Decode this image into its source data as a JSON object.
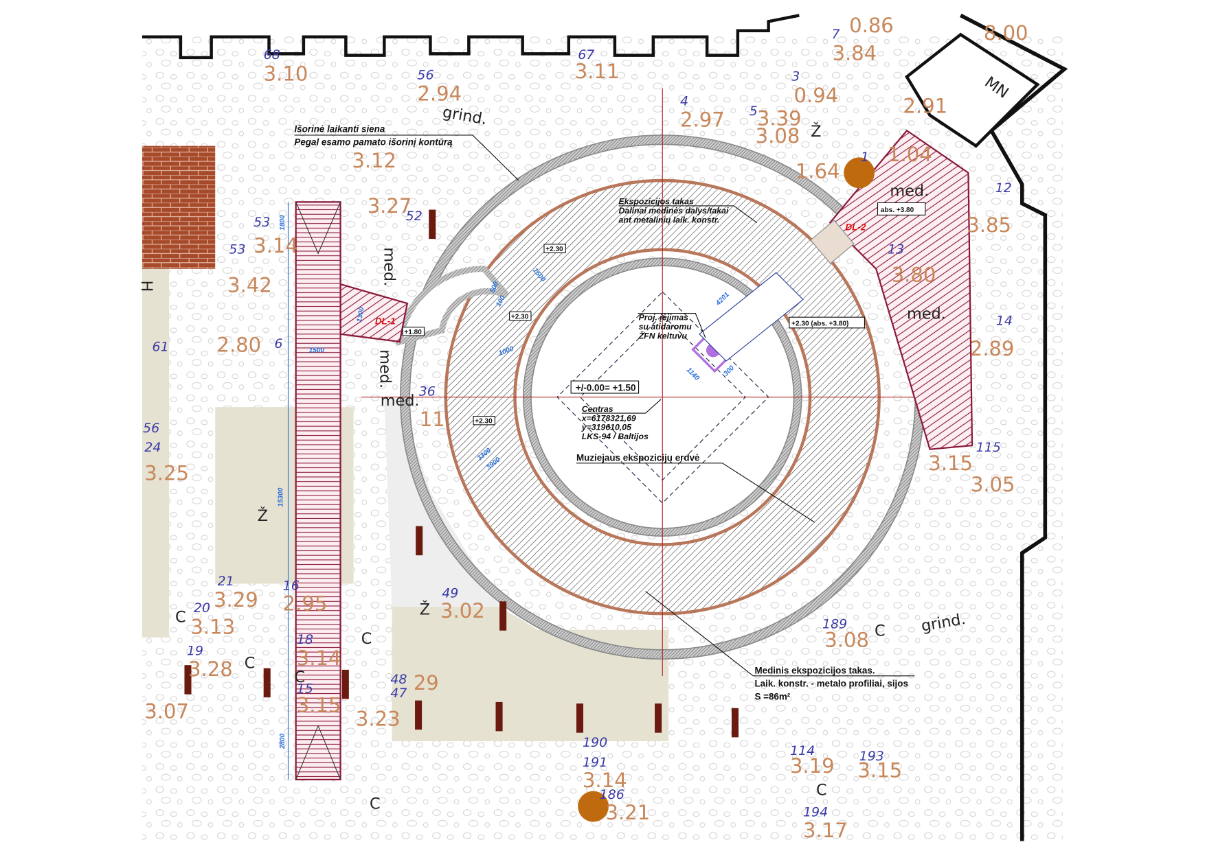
{
  "colors": {
    "elevation": "#c8875a",
    "point_number": "#3a3aa8",
    "deck": "#b8765a",
    "wall": "#8a8a8a",
    "brick": "#a64a2a",
    "stair_hatch": "#8a1a3a",
    "dimension": "#2a6fd6",
    "beige": "#e6e2d2",
    "marker": "#c06a10",
    "lift": "#b070e0",
    "label_red": "#e01010"
  },
  "callouts": {
    "outer_wall_title": "Išorinė laikanti siena",
    "outer_wall_sub": "Pegal esamo pamato išorinį kontūrą",
    "path_title": "Ekspozicijos takas",
    "path_line2": "Dalinai medinės dalys/takai",
    "path_line3": "ant metalinių laik. konstr.",
    "lift_line1": "Proj. įėjimas",
    "lift_line2": "su atidaromu",
    "lift_line3": "ŽFN keltuvu",
    "zero_level": "+/-0.00= +1.50",
    "center_title": "Centras",
    "center_x": "x=6178321,69",
    "center_y": "y=319610,05",
    "center_crs": "LKS-94 / Baltijos",
    "museum_space": "Muziejaus ekspozicijų erdvė",
    "deck_title": "Medinis ekspozicijos takas.",
    "deck_line2": "Laik. konstr. - metalo profiliai, sijos",
    "deck_area": "S =86m²"
  },
  "levels": {
    "l1": "+2.30",
    "l2": "+2.30",
    "l3": "+2.30",
    "l4": "+1.80",
    "l5": "+2.30 (abs. +3.80)",
    "l6": "abs. +3.80"
  },
  "stairs": {
    "dl1": "DL-1",
    "dl2": "DL-2"
  },
  "dimensions": [
    "4201",
    "1140",
    "300",
    "1500",
    "15300",
    "1000",
    "1500",
    "1300",
    "3300",
    "3900",
    "500",
    "100",
    "1800",
    "2800"
  ],
  "words": [
    "grind.",
    "grind.",
    "med.",
    "med.",
    "med.",
    "med.",
    "med.",
    "C",
    "C",
    "C",
    "C",
    "C",
    "C",
    "C",
    "Ž",
    "Ž",
    "Ž",
    "H",
    "MN"
  ],
  "survey_numbers": [
    "68",
    "56",
    "67",
    "4",
    "5",
    "3",
    "7",
    "14",
    "115",
    "189",
    "114",
    "193",
    "194",
    "190",
    "191",
    "186",
    "49",
    "48",
    "47",
    "21",
    "20",
    "19",
    "16",
    "18",
    "15",
    "53",
    "53",
    "61",
    "6",
    "52",
    "56",
    "24",
    "36",
    "1",
    "12",
    "13"
  ],
  "elevations": [
    "3.10",
    "2.94",
    "3.11",
    "2.97",
    "3.39",
    "3.08",
    "0.94",
    "3.84",
    "0.86",
    "8.00",
    "1.64",
    "2.91",
    "3.85",
    "3.80",
    "2.89",
    "3.15",
    "3.05",
    "3.08",
    "3.19",
    "3.15",
    "3.17",
    "3.14",
    "3.21",
    "3.02",
    "29",
    "3.23",
    "3.29",
    "3.13",
    "3.28",
    "2.95",
    "3.14",
    "3.15",
    "3.07",
    "3.14",
    "3.42",
    "2.80",
    "3.27",
    "3.12",
    "3.25",
    "11",
    "1.04"
  ]
}
